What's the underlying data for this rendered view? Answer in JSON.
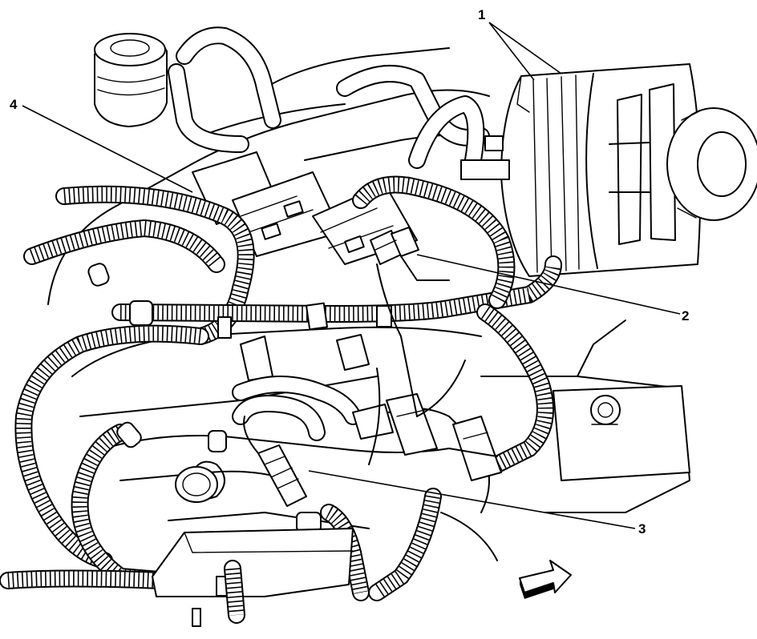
{
  "callouts": [
    {
      "id": "1",
      "label": "1"
    },
    {
      "id": "2",
      "label": "2"
    },
    {
      "id": "3",
      "label": "3"
    },
    {
      "id": "4",
      "label": "4"
    }
  ],
  "colors": {
    "line": "#000000",
    "background": "#ffffff"
  },
  "icons": {
    "direction": "arrow-icon"
  }
}
